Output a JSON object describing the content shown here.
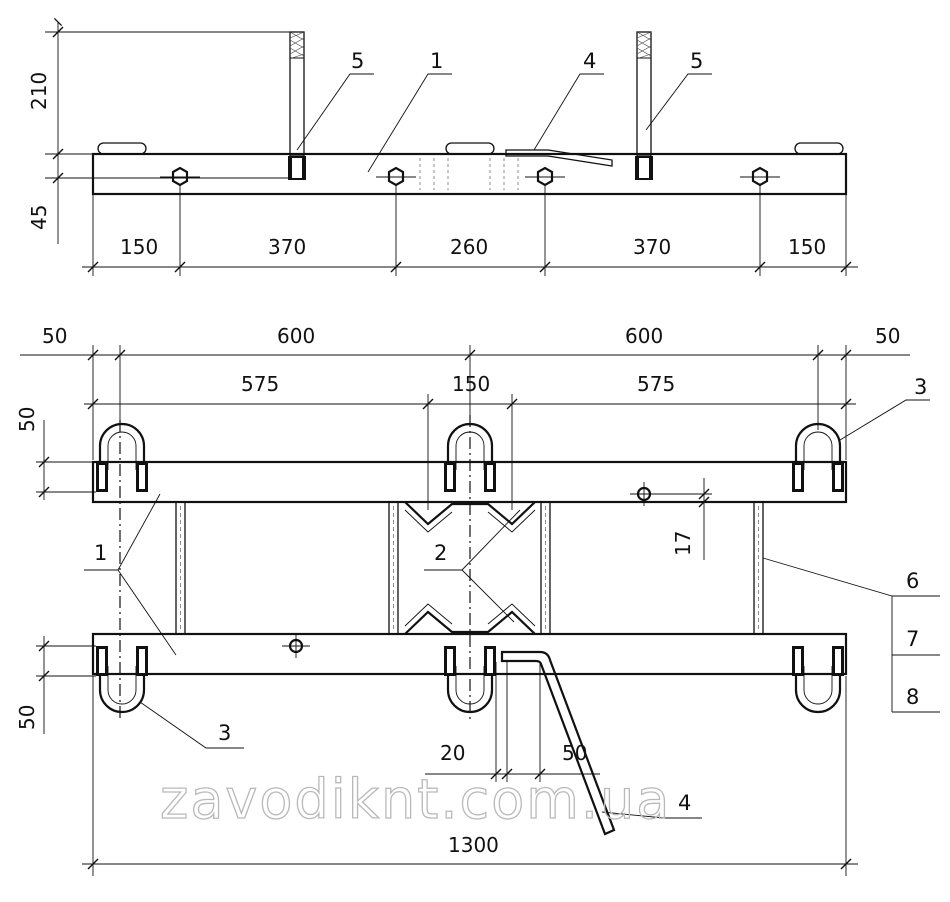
{
  "top_view": {
    "height_dims": [
      "210",
      "45"
    ],
    "span_dims": [
      "150",
      "370",
      "260",
      "370",
      "150"
    ],
    "callouts": [
      "5",
      "1",
      "4",
      "5"
    ]
  },
  "plan_view": {
    "top_dims": {
      "left_edge": "50",
      "half_left": "600",
      "half_right": "600",
      "right_edge": "50"
    },
    "second_dims": {
      "left": "575",
      "center": "150",
      "right": "575"
    },
    "side_dims": {
      "upper": "50",
      "lower": "50"
    },
    "hole_dim": "17",
    "handle_dims": {
      "gap": "20",
      "length": "50"
    },
    "overall": "1300",
    "callouts": {
      "beam_left": "1",
      "chevrons": "2",
      "bracket_upper_right": "3",
      "bracket_lower_left": "3",
      "handle": "4",
      "table": [
        "6",
        "7",
        "8"
      ]
    }
  },
  "watermark": "zavodiknt.com.ua"
}
